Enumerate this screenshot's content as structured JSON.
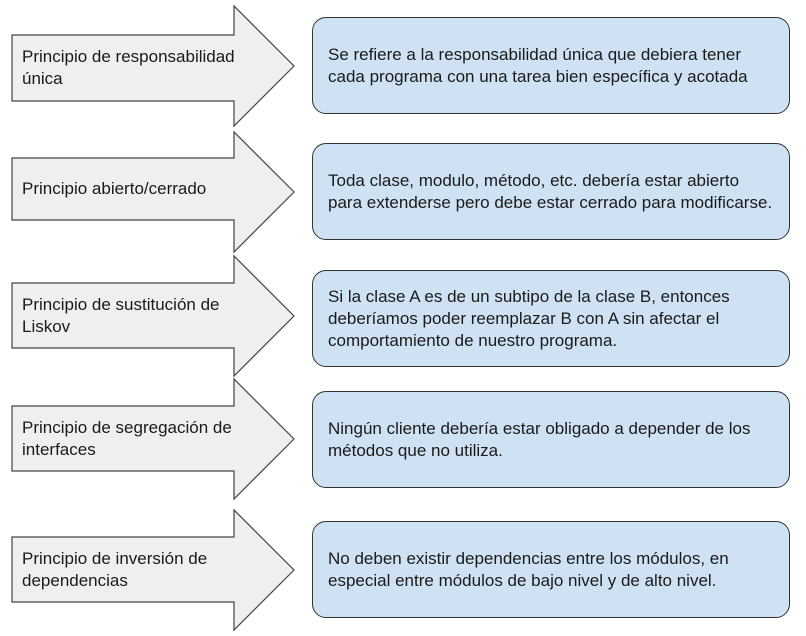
{
  "principles": [
    {
      "name": "Principio de responsabilidad única",
      "description": "Se refiere a la responsabilidad única que debiera tener cada programa con una tarea bien específica y acotada"
    },
    {
      "name": "Principio abierto/cerrado",
      "description": "Toda clase, modulo, método, etc. debería estar abierto para extenderse pero debe estar cerrado para modificarse."
    },
    {
      "name": "Principio de sustitución de Liskov",
      "description": "Si la clase A es de un subtipo de la clase B, entonces deberíamos poder reemplazar B con A sin afectar el comportamiento de nuestro programa."
    },
    {
      "name": "Principio de segregación de interfaces",
      "description": "Ningún cliente debería estar obligado a depender de los métodos que no utiliza."
    },
    {
      "name": "Principio de inversión de dependencias",
      "description": "No deben existir dependencias entre los módulos, en especial entre módulos de bajo nivel y de alto nivel."
    }
  ],
  "colors": {
    "arrow_fill": "#efefef",
    "arrow_stroke": "#444444",
    "box_fill": "#cfe2f3",
    "box_stroke": "#333333"
  }
}
